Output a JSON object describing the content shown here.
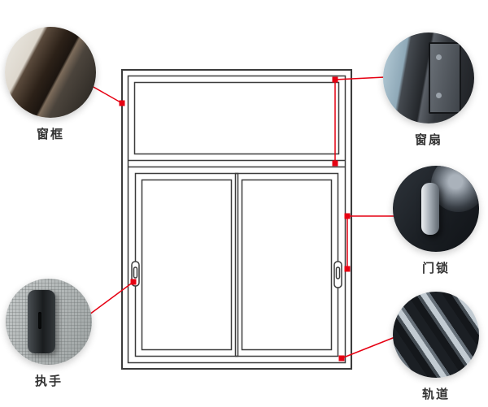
{
  "callouts": [
    {
      "label": "窗框"
    },
    {
      "label": "窗扇"
    },
    {
      "label": "门锁"
    },
    {
      "label": "执手"
    },
    {
      "label": "轨道"
    }
  ],
  "colors": {
    "accent_red": "#e60012",
    "line_dark": "#3c3c3c",
    "label_text": "#333333"
  }
}
